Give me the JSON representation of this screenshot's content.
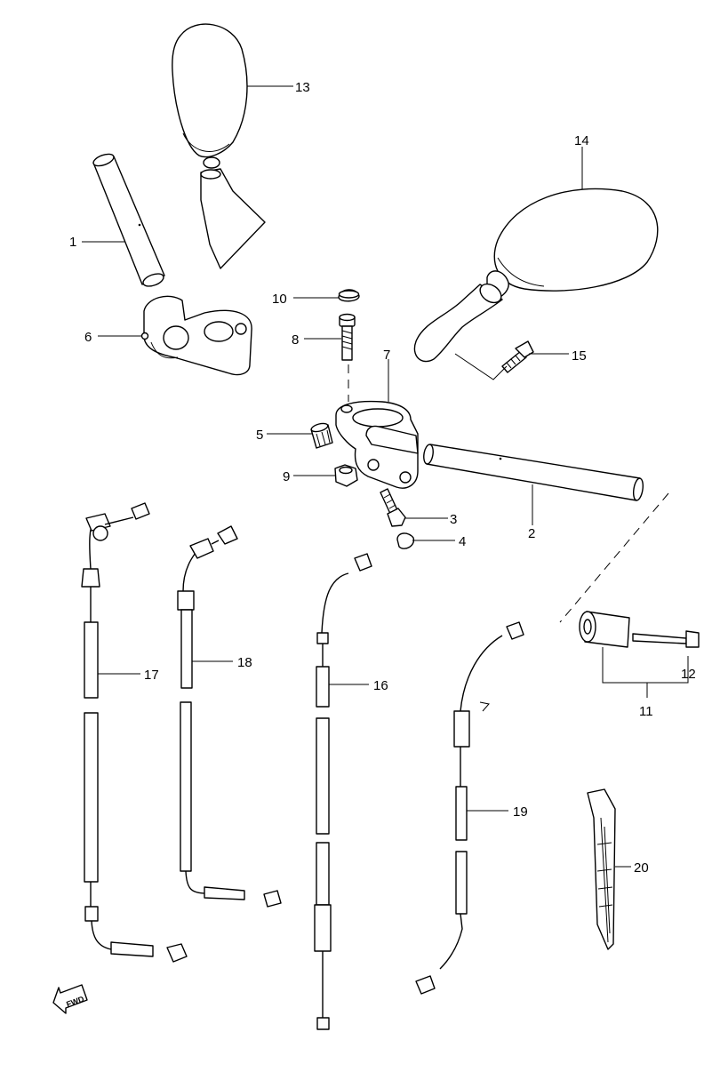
{
  "callouts": {
    "p1": "1",
    "p2": "2",
    "p3": "3",
    "p4": "4",
    "p5": "5",
    "p6": "6",
    "p7": "7",
    "p8": "8",
    "p9": "9",
    "p10": "10",
    "p11": "11",
    "p12": "12",
    "p13": "13",
    "p14": "14",
    "p15": "15",
    "p16": "16",
    "p17": "17",
    "p18": "18",
    "p19": "19",
    "p20": "20"
  },
  "fwd_arrow": {
    "label": "FWD",
    "icon": "forward-arrow-icon"
  }
}
